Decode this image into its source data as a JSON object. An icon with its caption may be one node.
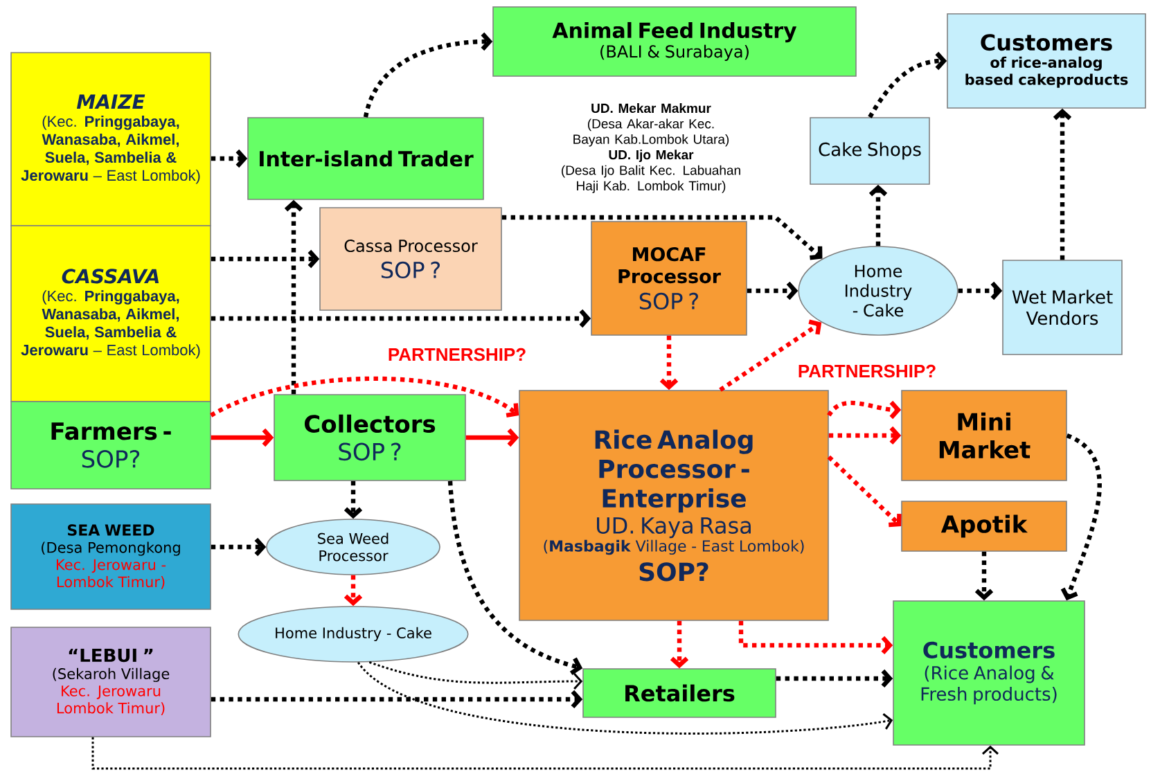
{
  "diagram": {
    "nodes": [
      {
        "text": [
          "MAIZE",
          "(Kec. **Pringgabaya, Wanasaba, Aikmel, Suela, Sambelia & Jerowaru** – East Lombok)"
        ]
      },
      {
        "text": [
          "CASSAVA",
          "(Kec. **Pringgabaya, Wanasaba, Aikmel, Suela, Sambelia & Jerowaru** – East Lombok)"
        ]
      },
      {
        "text": [
          "Farmers -",
          "SOP?"
        ]
      },
      {
        "text": [
          "SEA WEED",
          "(Desa Pemongkong",
          "Kec. Jerowaru - Lombok Timur)"
        ]
      },
      {
        "text": [
          "“LEBUI ”",
          "(Sekaroh Village",
          "Kec. Jerowaru Lombok Timur)"
        ]
      },
      {
        "text": [
          "Inter-island Trader"
        ]
      },
      {
        "text": [
          "Animal Feed Industry",
          "(BALI & Surabaya)"
        ]
      },
      {
        "text": [
          "Cassa Processor",
          "SOP ?"
        ]
      },
      {
        "text": [
          "MOCAF Processor",
          "SOP ?"
        ],
        "beside": [
          "UD. Mekar Makmur",
          "(Desa Akar-akar Kec. Bayan Kab.Lombok Utara)",
          "UD. Ijo Mekar",
          "(Desa Ijo Balit Kec. Labuahan Haji Kab. Lombok Timur)"
        ]
      },
      {
        "text": [
          "Cake Shops"
        ]
      },
      {
        "text": [
          "Customers",
          "of rice-analog based cakeproducts"
        ]
      },
      {
        "text": [
          "Home Industry - Cake"
        ]
      },
      {
        "text": [
          "Wet Market Vendors"
        ]
      },
      {
        "text": [
          "Collectors",
          "SOP ?"
        ]
      },
      {
        "text": [
          "Rice Analog Processor - Enterprise",
          "UD. Kaya Rasa",
          "(**Masbagik** Village - East Lombok)",
          "SOP?"
        ]
      },
      {
        "text": [
          "Mini Market"
        ]
      },
      {
        "text": [
          "Apotik"
        ]
      },
      {
        "text": [
          "Sea Weed Processor"
        ]
      },
      {
        "text": [
          "Home Industry - Cake"
        ]
      },
      {
        "text": [
          "Retailers"
        ]
      },
      {
        "text": [
          "Customers",
          "(Rice Analog & Fresh products)"
        ]
      }
    ],
    "edges": [
      {
        "from": 0,
        "to": 5,
        "arrow": "to",
        "style": "dashed"
      },
      {
        "from": 5,
        "to": 6,
        "arrow": "to",
        "style": "dashed"
      },
      {
        "from": 1,
        "to": 7,
        "arrow": "to",
        "style": "dashed"
      },
      {
        "from": 1,
        "to": 8,
        "arrow": "to",
        "style": "dashed"
      },
      {
        "from": 13,
        "to": 5,
        "arrow": "to",
        "style": "dashed"
      },
      {
        "from": 7,
        "to": 11,
        "arrow": "to",
        "style": "dashed"
      },
      {
        "from": 8,
        "to": 11,
        "arrow": "to",
        "style": "dashed"
      },
      {
        "from": 11,
        "to": 9,
        "arrow": "to",
        "style": "dashed"
      },
      {
        "from": 9,
        "to": 10,
        "arrow": "to",
        "style": "dashed"
      },
      {
        "from": 11,
        "to": 12,
        "arrow": "to",
        "style": "dashed"
      },
      {
        "from": 12,
        "to": 10,
        "arrow": "to",
        "style": "dashed"
      },
      {
        "from": 8,
        "to": 14,
        "arrow": "to",
        "style": "dashed",
        "color": "#ff0000"
      },
      {
        "from": 14,
        "to": 11,
        "arrow": "to",
        "style": "dashed",
        "color": "#ff0000"
      },
      {
        "from": 2,
        "to": 13,
        "arrow": "to",
        "color": "#ff0000"
      },
      {
        "from": 2,
        "to": 14,
        "arrow": "to",
        "style": "dashed",
        "color": "#ff0000"
      },
      {
        "from": 13,
        "to": 14,
        "arrow": "to",
        "color": "#ff0000"
      },
      {
        "from": 13,
        "to": 17,
        "arrow": "to",
        "style": "dashed"
      },
      {
        "from": 3,
        "to": 17,
        "arrow": "to",
        "style": "dashed"
      },
      {
        "from": 17,
        "to": 18,
        "arrow": "to",
        "style": "dashed",
        "color": "#ff0000"
      },
      {
        "from": 13,
        "to": 19,
        "arrow": "to",
        "style": "dashed"
      },
      {
        "from": 4,
        "to": 19,
        "arrow": "to",
        "style": "dashed"
      },
      {
        "from": 18,
        "to": 19,
        "arrow": "to",
        "style": "dashed"
      },
      {
        "from": 18,
        "to": 20,
        "arrow": "to",
        "style": "dashed"
      },
      {
        "from": 4,
        "to": 20,
        "arrow": "to",
        "style": "dashed"
      },
      {
        "from": 14,
        "to": 15,
        "arrow": "to",
        "style": "dashed",
        "color": "#ff0000"
      },
      {
        "from": 14,
        "to": 15,
        "arrow": "to",
        "style": "dashed",
        "color": "#ff0000"
      },
      {
        "from": 14,
        "to": 16,
        "arrow": "to",
        "style": "dashed",
        "color": "#ff0000"
      },
      {
        "from": 14,
        "to": 19,
        "arrow": "to",
        "style": "dashed",
        "color": "#ff0000"
      },
      {
        "from": 14,
        "to": 20,
        "arrow": "to",
        "style": "dashed",
        "color": "#ff0000"
      },
      {
        "from": 19,
        "to": 20,
        "arrow": "to",
        "style": "dashed"
      },
      {
        "from": 16,
        "to": 20,
        "arrow": "to",
        "style": "dashed"
      },
      {
        "from": 15,
        "to": 20,
        "arrow": "to",
        "style": "dashed"
      }
    ],
    "labels": [
      "PARTNERSHIP?",
      "PARTNERSHIP?"
    ]
  }
}
